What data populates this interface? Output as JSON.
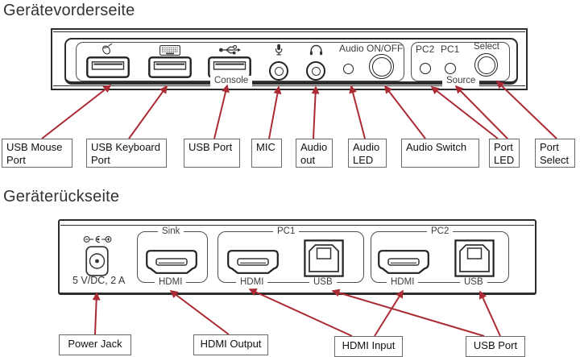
{
  "front": {
    "title": "Gerätevorderseite",
    "panel": {
      "console_group": "Console",
      "audio_label": "Audio ON/OFF",
      "source_group": "Source",
      "pc2": "PC2",
      "pc1": "PC1",
      "select": "Select"
    },
    "labels": [
      {
        "text": "USB Mouse\nPort"
      },
      {
        "text": "USB Keyboard\nPort"
      },
      {
        "text": "USB Port"
      },
      {
        "text": "MIC"
      },
      {
        "text": "Audio\nout"
      },
      {
        "text": "Audio\nLED"
      },
      {
        "text": "Audio Switch"
      },
      {
        "text": "Port\nLED"
      },
      {
        "text": "Port\nSelect"
      }
    ]
  },
  "back": {
    "title": "Geräterückseite",
    "panel": {
      "power_rating": "5 V/DC, 2 A",
      "sink_group": "Sink",
      "sink_hdmi": "HDMI",
      "pc1_group": "PC1",
      "pc1_hdmi": "HDMI",
      "pc1_usb": "USB",
      "pc2_group": "PC2",
      "pc2_hdmi": "HDMI",
      "pc2_usb": "USB"
    },
    "labels": [
      {
        "text": "Power Jack"
      },
      {
        "text": "HDMI Output"
      },
      {
        "text": "HDMI Input"
      },
      {
        "text": "USB Port"
      }
    ]
  },
  "colors": {
    "arrow": "#ab2b35",
    "outline": "#2c2c2c"
  }
}
